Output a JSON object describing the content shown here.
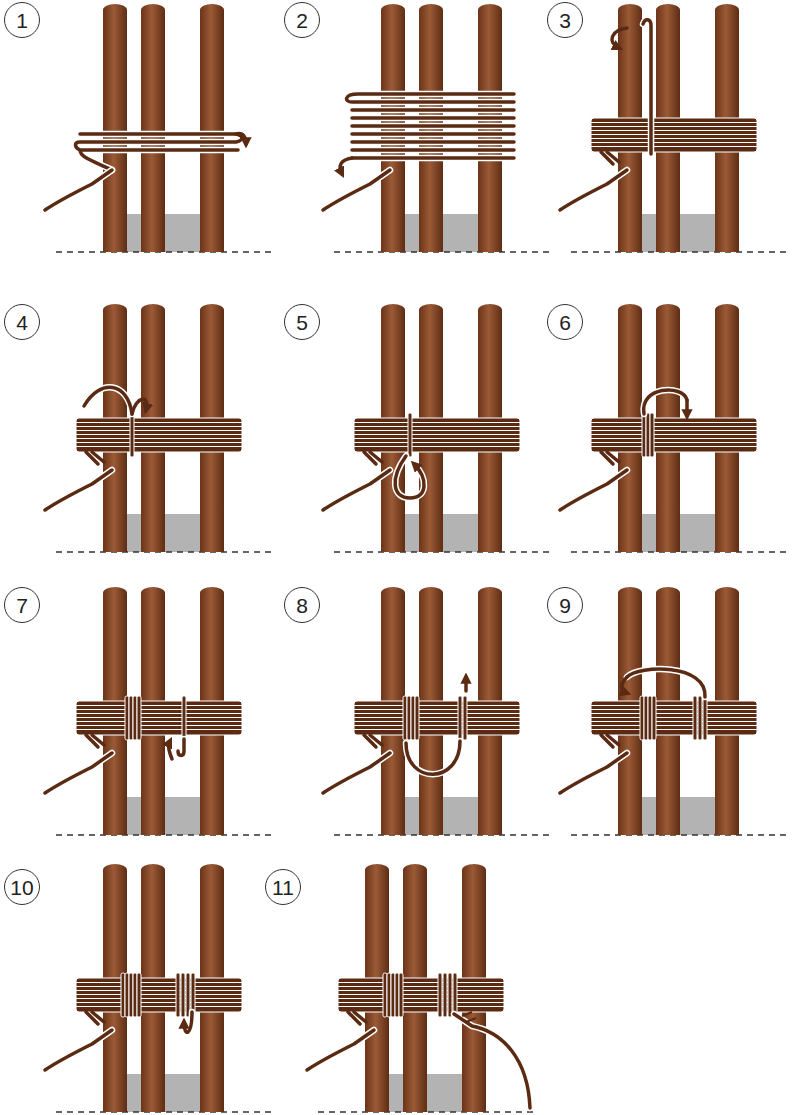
{
  "diagram": {
    "nodes": [
      {
        "text": [
          "1"
        ]
      },
      {
        "text": [
          "2"
        ]
      },
      {
        "text": [
          "3"
        ]
      },
      {
        "text": [
          "4"
        ]
      },
      {
        "text": [
          "5"
        ]
      },
      {
        "text": [
          "6"
        ]
      },
      {
        "text": [
          "7"
        ]
      },
      {
        "text": [
          "8"
        ]
      },
      {
        "text": [
          "9"
        ]
      },
      {
        "text": [
          "10"
        ]
      },
      {
        "text": [
          "11"
        ]
      }
    ]
  }
}
